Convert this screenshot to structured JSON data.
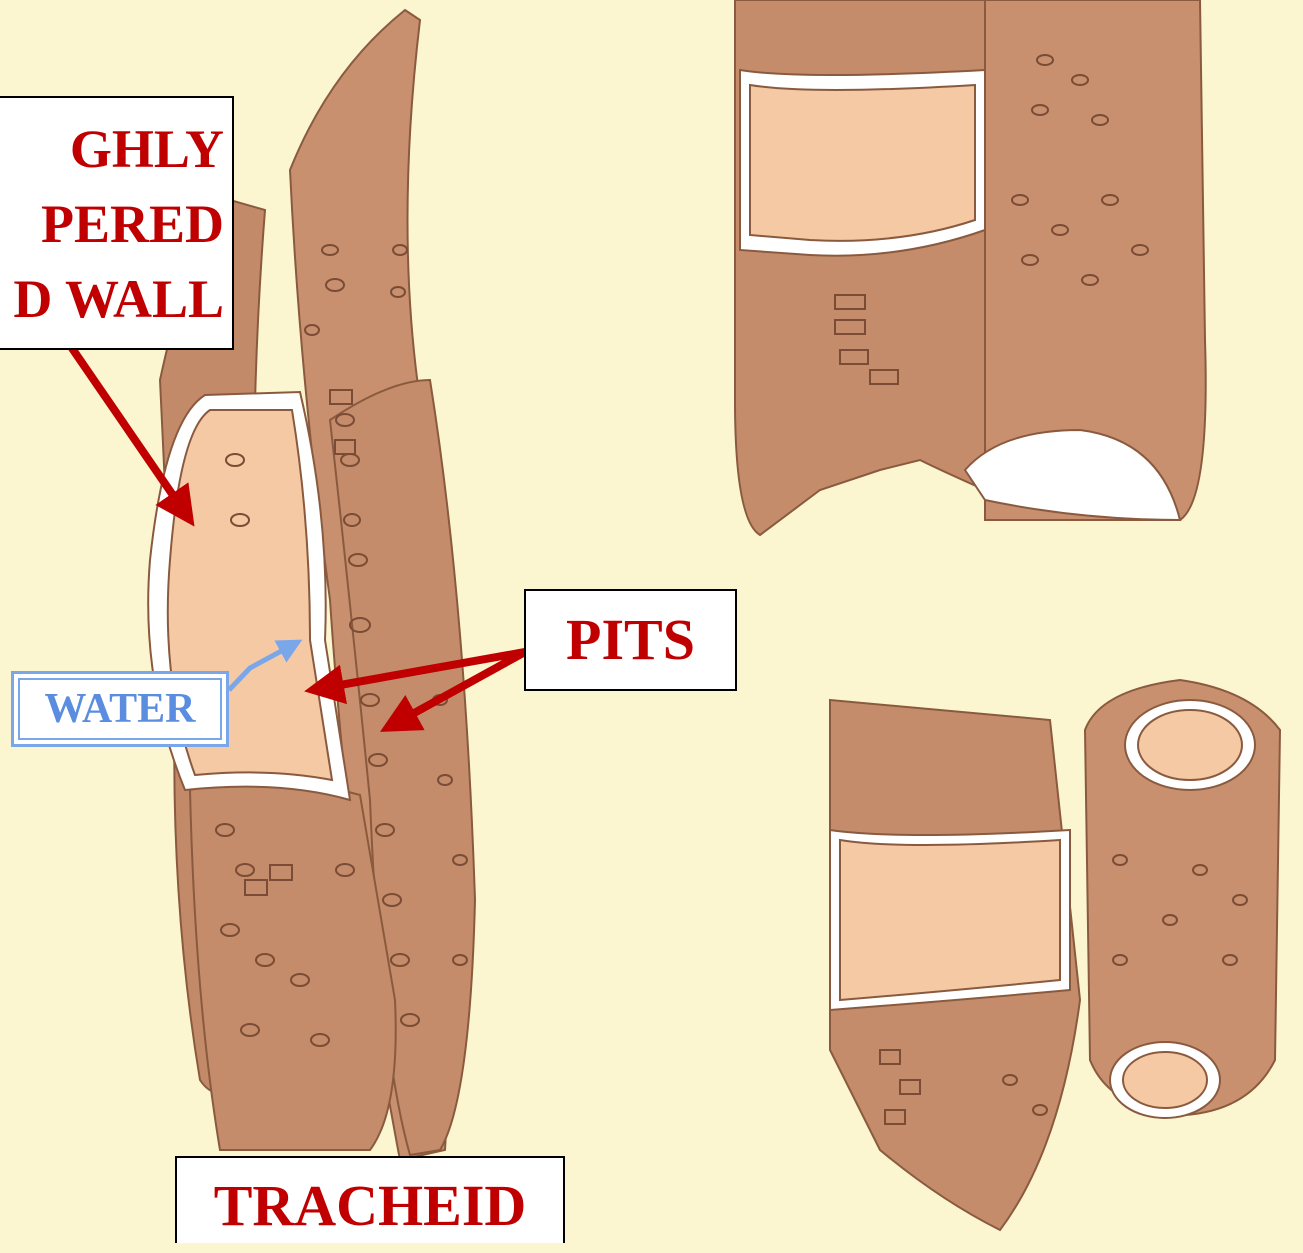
{
  "labels": {
    "walls": [
      "GHLY",
      "PERED",
      "D WALL"
    ],
    "pits": "PITS",
    "water": "WATER",
    "tracheid": "TRACHEID"
  },
  "colors": {
    "background": "#fbf6cf",
    "cell_wall": "#c8906f",
    "cell_interior": "#f4c9a4",
    "label_text": "#c00000",
    "arrow_red": "#c00000",
    "water_blue": "#7aa7ea"
  }
}
